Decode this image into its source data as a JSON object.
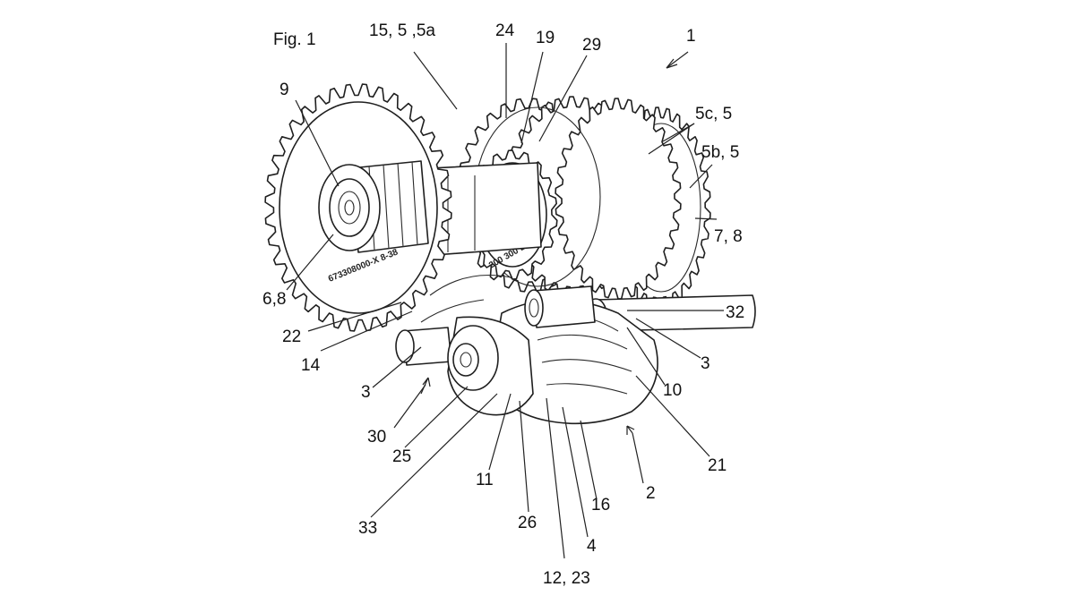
{
  "figure": {
    "title": "Fig. 1",
    "colors": {
      "ink": "#1f1f1f",
      "background": "#ffffff"
    },
    "stamps": {
      "gear_face": "673308000-X 8-38",
      "dial": "200 300 ES"
    },
    "labels": {
      "l1": "1",
      "l15": "15, 5 ,5a",
      "l24": "24",
      "l19": "19",
      "l29": "29",
      "l9": "9",
      "l5c": "5c, 5",
      "l5b": "5b, 5",
      "l78": "7, 8",
      "l68": "6,8",
      "l32": "32",
      "l22": "22",
      "l14": "14",
      "l3a": "3",
      "l3b": "3",
      "l10": "10",
      "l30": "30",
      "l25": "25",
      "l21": "21",
      "l11": "11",
      "l2": "2",
      "l16": "16",
      "l33": "33",
      "l26": "26",
      "l4": "4",
      "l1223": "12, 23"
    }
  }
}
